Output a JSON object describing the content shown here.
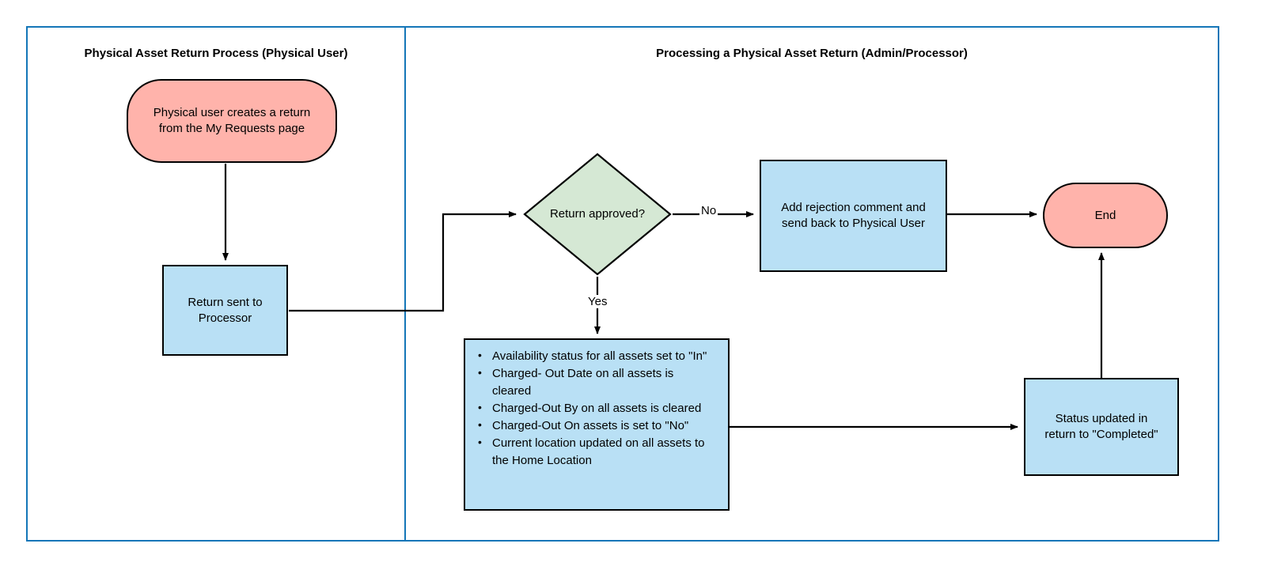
{
  "diagram": {
    "title": "Physical Asset Return Process",
    "frame_color": "#1476b8",
    "lanes": [
      {
        "id": "left",
        "title": "Physical Asset Return Process (Physical User)"
      },
      {
        "id": "right",
        "title": "Processing a Physical Asset Return (Admin/Processor)"
      }
    ],
    "colors": {
      "terminator_fill": "#ffb3ab",
      "process_fill": "#b9e0f5",
      "decision_fill": "#d5e8d4",
      "stroke": "#000000",
      "frame": "#1476b8"
    },
    "nodes": {
      "start": {
        "shape": "terminator",
        "label": "Physical user creates a return\nfrom the My Requests page"
      },
      "return_sent": {
        "shape": "process",
        "label": "Return sent to\nProcessor"
      },
      "decision": {
        "shape": "decision",
        "label": "Return approved?"
      },
      "rejection": {
        "shape": "process",
        "label": "Add rejection comment and\nsend back to Physical User"
      },
      "end": {
        "shape": "terminator",
        "label": "End"
      },
      "status_updated": {
        "shape": "process",
        "label": "Status updated in\nreturn to \"Completed\""
      },
      "asset_updates": {
        "shape": "process",
        "bullets": [
          "Availability status for all assets set to \"In\"",
          "Charged- Out Date on all assets is cleared",
          "Charged-Out By on all assets is cleared",
          "Charged-Out On assets  is set to \"No\"",
          "Current location updated on all assets to the Home Location"
        ]
      }
    },
    "edge_labels": {
      "no": "No",
      "yes": "Yes"
    }
  }
}
